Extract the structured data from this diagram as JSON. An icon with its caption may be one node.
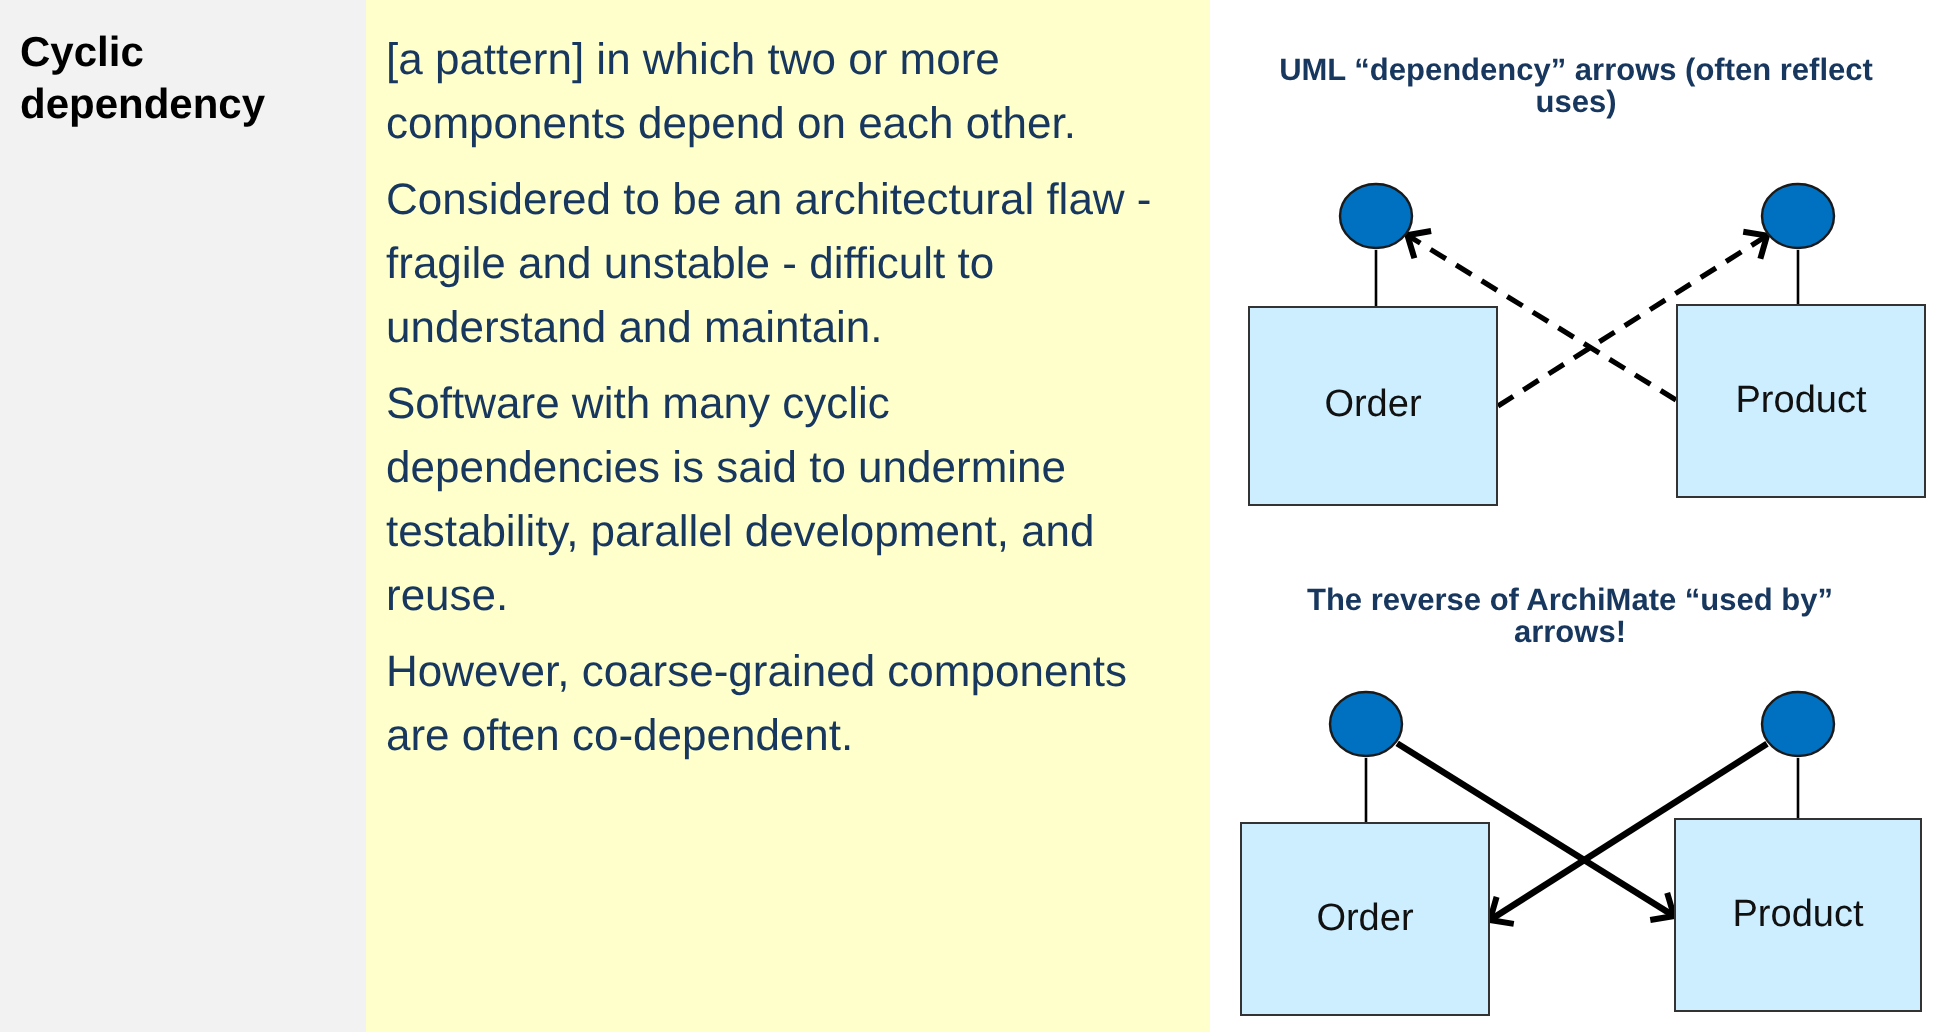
{
  "diagram": {
    "nodes": [
      {
        "text": [
          "Cyclic dependency"
        ]
      },
      {
        "text": [
          "[a pattern] in which two or more components depend on each other.",
          "Considered to be an architectural flaw - fragile and unstable - difficult to understand and maintain.",
          "Software with many cyclic dependencies is said to undermine testability, parallel development, and reuse.",
          "However, coarse-grained components are often co-dependent."
        ]
      },
      {
        "text": [],
        "shape": "circle"
      },
      {
        "text": [],
        "shape": "circle"
      },
      {
        "text": [
          "Order"
        ]
      },
      {
        "text": [
          "Product"
        ]
      },
      {
        "text": [],
        "shape": "circle"
      },
      {
        "text": [],
        "shape": "circle"
      },
      {
        "text": [
          "Order"
        ]
      },
      {
        "text": [
          "Product"
        ]
      }
    ],
    "edges": [
      {
        "from": 2,
        "to": 4,
        "arrow": "none"
      },
      {
        "from": 3,
        "to": 5,
        "arrow": "none"
      },
      {
        "from": 5,
        "to": 2,
        "arrow": "to",
        "style": "dashed"
      },
      {
        "from": 4,
        "to": 3,
        "arrow": "to",
        "style": "dashed"
      },
      {
        "from": 6,
        "to": 8,
        "arrow": "none"
      },
      {
        "from": 7,
        "to": 9,
        "arrow": "none"
      },
      {
        "from": 6,
        "to": 9,
        "arrow": "to",
        "style": "thick"
      },
      {
        "from": 7,
        "to": 8,
        "arrow": "to",
        "style": "thick"
      }
    ],
    "labels": [
      "UML “dependency”  arrows (often reflect uses)",
      "The reverse of ArchiMate “used by” arrows!"
    ]
  }
}
